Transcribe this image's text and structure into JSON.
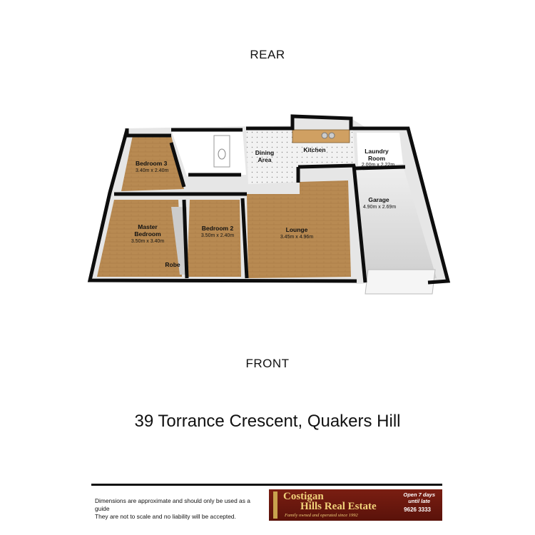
{
  "orientation": {
    "rear": "REAR",
    "front": "FRONT"
  },
  "address": "39 Torrance Crescent, Quakers Hill",
  "rooms": {
    "bedroom3": {
      "name": "Bedroom 3",
      "dims": "3.40m x 2.40m"
    },
    "dining": {
      "name_line1": "Dining",
      "name_line2": "Area"
    },
    "kitchen": {
      "name": "Kitchen"
    },
    "laundry": {
      "name_line1": "Laundry",
      "name_line2": "Room",
      "dims": "2.00m x 2.22m"
    },
    "garage": {
      "name": "Garage",
      "dims": "4.90m x 2.69m"
    },
    "master": {
      "name_line1": "Master",
      "name_line2": "Bedroom",
      "dims": "3.50m x 3.40m"
    },
    "bedroom2": {
      "name": "Bedroom 2",
      "dims": "3.50m x 2.40m"
    },
    "lounge": {
      "name": "Lounge",
      "dims": "3.45m x 4.96m"
    },
    "robe": {
      "name": "Robe"
    }
  },
  "disclaimer": {
    "line1": "Dimensions are approximate and should only be used as a guide",
    "line2": "They are not to scale and no liability will be accepted."
  },
  "agency": {
    "name_line1": "Costigan",
    "name_line2": "Hills Real Estate",
    "tagline": "Family owned and operated since 1992",
    "hours_line1": "Open 7 days",
    "hours_line2": "until late",
    "phone": "9626 3333"
  },
  "colors": {
    "wall": "#0d0d0d",
    "floor_wood": "#b88a52",
    "floor_tile": "#f2f2f2",
    "garage_floor": "#d9d9d9",
    "agency_brand": "#6b160c"
  }
}
